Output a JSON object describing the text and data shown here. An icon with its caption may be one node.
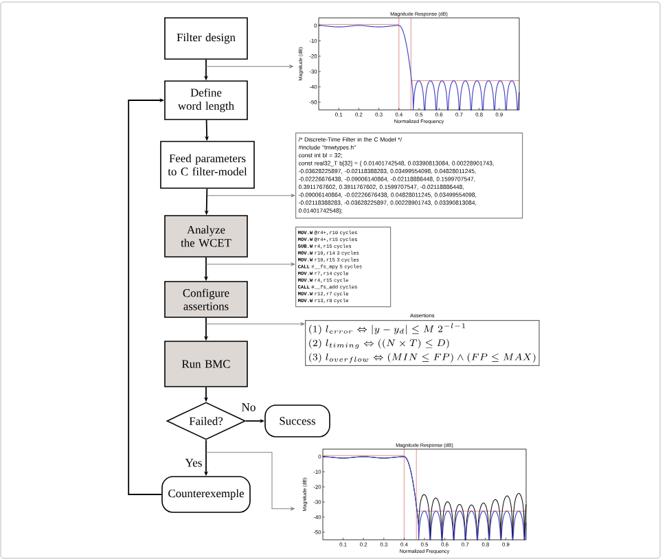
{
  "diagram": {
    "nodes": [
      {
        "text": [
          "Filter design"
        ]
      },
      {
        "text": [
          "Define word length"
        ]
      },
      {
        "text": [
          "Feed parameters to C filter-model"
        ]
      },
      {
        "text": [
          "Analyze the WCET"
        ]
      },
      {
        "text": [
          "Configure assertions"
        ]
      },
      {
        "text": [
          "Run BMC"
        ]
      },
      {
        "text": [
          "Failed?"
        ]
      },
      {
        "text": [
          "Success"
        ]
      },
      {
        "text": [
          "Counterexemple"
        ]
      },
      {
        "text": [
          "Magnitude Response (dB)",
          "Normalized Frequency",
          "Magnitude (dB)",
          "0.1",
          "0.2",
          "0.3",
          "0.4",
          "0.5",
          "0.6",
          "0.7",
          "0.8",
          "0.9",
          "0",
          "-10",
          "-20",
          "-30",
          "-40",
          "-50"
        ]
      },
      {
        "text": [
          "/* Discrete-Time Filter in the C Model */",
          "#include \"tmwtypes.h\"",
          "const int bl = 32;",
          "const real32_T b[32] = { 0.01401742548, 0.03390813084, 0.00228901743,",
          "-0.03628225897, -0.02118388283, 0.03499554098, 0.04828011245,",
          "-0.02226676438, -0.09006140864, -0.02118886448, 0.1599707547,",
          "0.3911767602, 0.3911767602, 0.1599707547, -0.02118886448,",
          "-0.09006140864, -0.02226676438, 0.04828011245, 0.03499554098,",
          "-0.02118388283, -0.03628225897, 0.00228901743, 0.03390813084,",
          "0.01401742548};"
        ]
      },
      {
        "text": [
          "**MOV.W** @r4+,r10 cycles",
          "**MOV.W** @r4+,r15 cycles",
          "**SUB.W** r4,r15 cycles",
          "**MOV.W** r10,r14 3 cycles",
          "**MOV.W** r10,r15 3 cycles",
          "**CALL** #__fs_mpy 5 cycles",
          "**MOV.W** r7,r14 cycle",
          "**MOV.W** r4,r15 cycle",
          "**CALL** #__fs_add cycles",
          "**MOV.W** r12,r7 cycle",
          "**MOV.W** r13,r8 cycle"
        ]
      },
      {
        "text": [
          "Assertions",
          "(1)\\; l_{error} \\Leftrightarrow |y - y_d| \\leq M\\; 2^{-l-1}",
          "(2)\\; l_{timing} \\Leftrightarrow ((N \\times T) \\leq D)",
          "(3)\\; l_{overflow} \\Leftrightarrow (MIN \\leq FP) \\wedge (FP \\leq MAX)"
        ]
      },
      {
        "text": [
          "Magnitude Response (dB)",
          "Normalized Frequency",
          "Magnitude (dB)",
          "0.1",
          "0.2",
          "0.3",
          "0.4",
          "0.5",
          "0.6",
          "0.7",
          "0.8",
          "0.9",
          "0",
          "-10",
          "-20",
          "-30",
          "-40",
          "-50"
        ]
      }
    ],
    "edges": [
      {
        "from": 0,
        "to": 1,
        "arrow": "to"
      },
      {
        "from": 1,
        "to": 2,
        "arrow": "to"
      },
      {
        "from": 2,
        "to": 3,
        "arrow": "to"
      },
      {
        "from": 3,
        "to": 4,
        "arrow": "to"
      },
      {
        "from": 4,
        "to": 5,
        "arrow": "to"
      },
      {
        "from": 5,
        "to": 6,
        "arrow": "to"
      },
      {
        "from": 6,
        "to": 7,
        "arrow": "to",
        "label": "No"
      },
      {
        "from": 6,
        "to": 8,
        "arrow": "to",
        "label": "Yes"
      },
      {
        "from": 8,
        "to": 1,
        "arrow": "to"
      },
      {
        "from": 0,
        "to": 9,
        "arrow": "to",
        "color": "#808080"
      },
      {
        "from": 2,
        "to": 10,
        "arrow": "to",
        "color": "#808080"
      },
      {
        "from": 3,
        "to": 11,
        "arrow": "to",
        "color": "#808080"
      },
      {
        "from": 4,
        "to": 12,
        "arrow": "to",
        "color": "#808080"
      },
      {
        "from": 6,
        "to": 13,
        "arrow": "to",
        "color": "#808080"
      }
    ]
  }
}
